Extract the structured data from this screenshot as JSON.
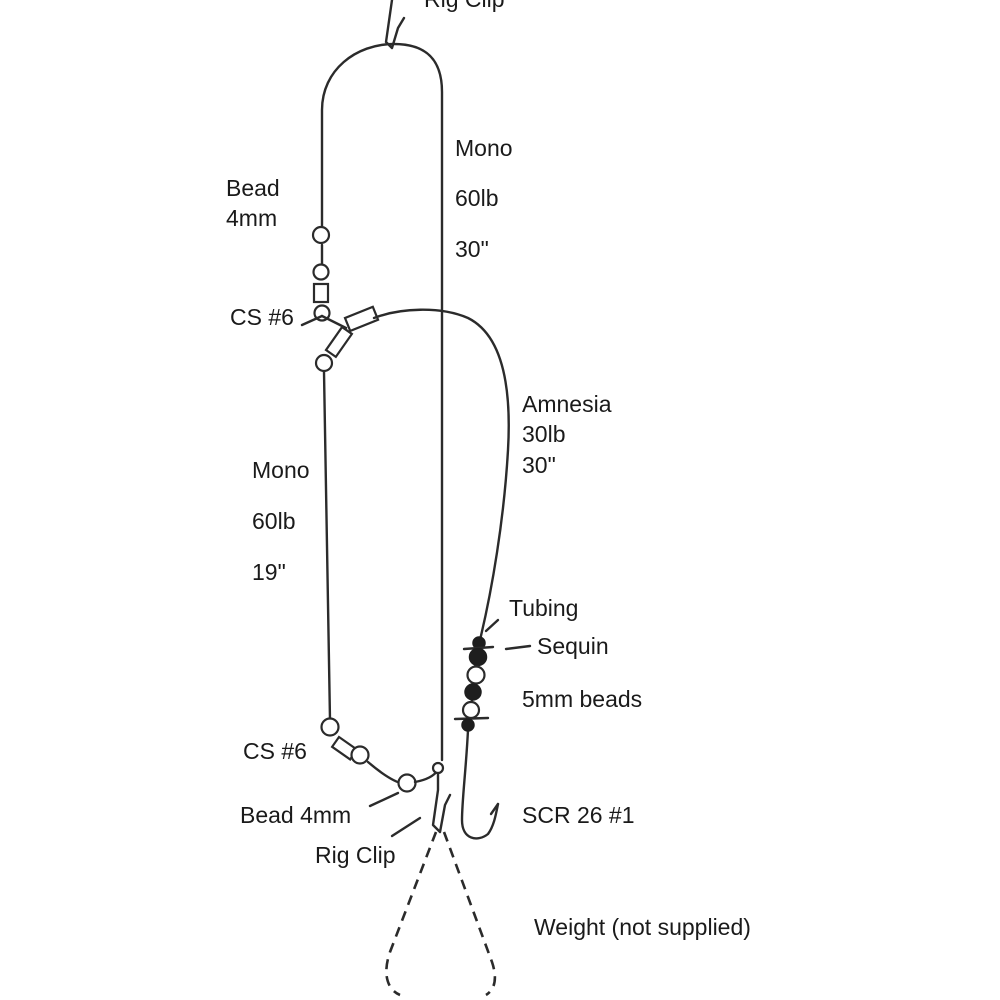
{
  "labels": {
    "rig_clip_top": "Rig Clip",
    "mono_main": "Mono",
    "mono_main_strength": "60lb",
    "mono_main_length": "30\"",
    "bead_top_line1": "Bead",
    "bead_top_line2": "4mm",
    "cs_top": "CS #6",
    "amnesia": "Amnesia",
    "amnesia_strength": "30lb",
    "amnesia_length": "30\"",
    "mono_left": "Mono",
    "mono_left_strength": "60lb",
    "mono_left_length": "19\"",
    "tubing": "Tubing",
    "sequin": "Sequin",
    "beads_5mm": "5mm beads",
    "cs_bottom": "CS #6",
    "bead_bottom": "Bead 4mm",
    "scr_hook": "SCR 26 #1",
    "rig_clip_bottom": "Rig Clip",
    "weight": "Weight (not supplied)"
  },
  "colors": {
    "line": "#2b2b2b",
    "background": "#ffffff"
  }
}
